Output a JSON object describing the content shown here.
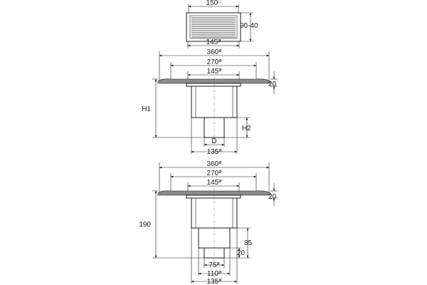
{
  "top_view": {
    "width_label": "150",
    "width_sup": "□",
    "height_label": "90-40",
    "base_label": "145",
    "base_sup": "ø"
  },
  "drain_1": {
    "flange_label": "360",
    "flange_sup": "ø",
    "ring_label": "270",
    "ring_sup": "ø",
    "body_label": "145",
    "body_sup": "ø",
    "flange_thickness": "20",
    "height_label": "H1",
    "outlet_height": "H2",
    "outlet_diameter": "D",
    "outlet_outer_label": "135",
    "outlet_outer_sup": "ø"
  },
  "drain_2": {
    "flange_label": "360",
    "flange_sup": "ø",
    "ring_label": "270",
    "ring_sup": "ø",
    "body_label": "145",
    "body_sup": "ø",
    "flange_thickness": "20",
    "height_label": "190",
    "outlet_length": "85",
    "outlet_step": "20",
    "outlet_inner_label": "75",
    "outlet_inner_sup": "ø",
    "outlet_mid_label": "110",
    "outlet_mid_sup": "ø",
    "outlet_outer_label": "135",
    "outlet_outer_sup": "ø"
  }
}
